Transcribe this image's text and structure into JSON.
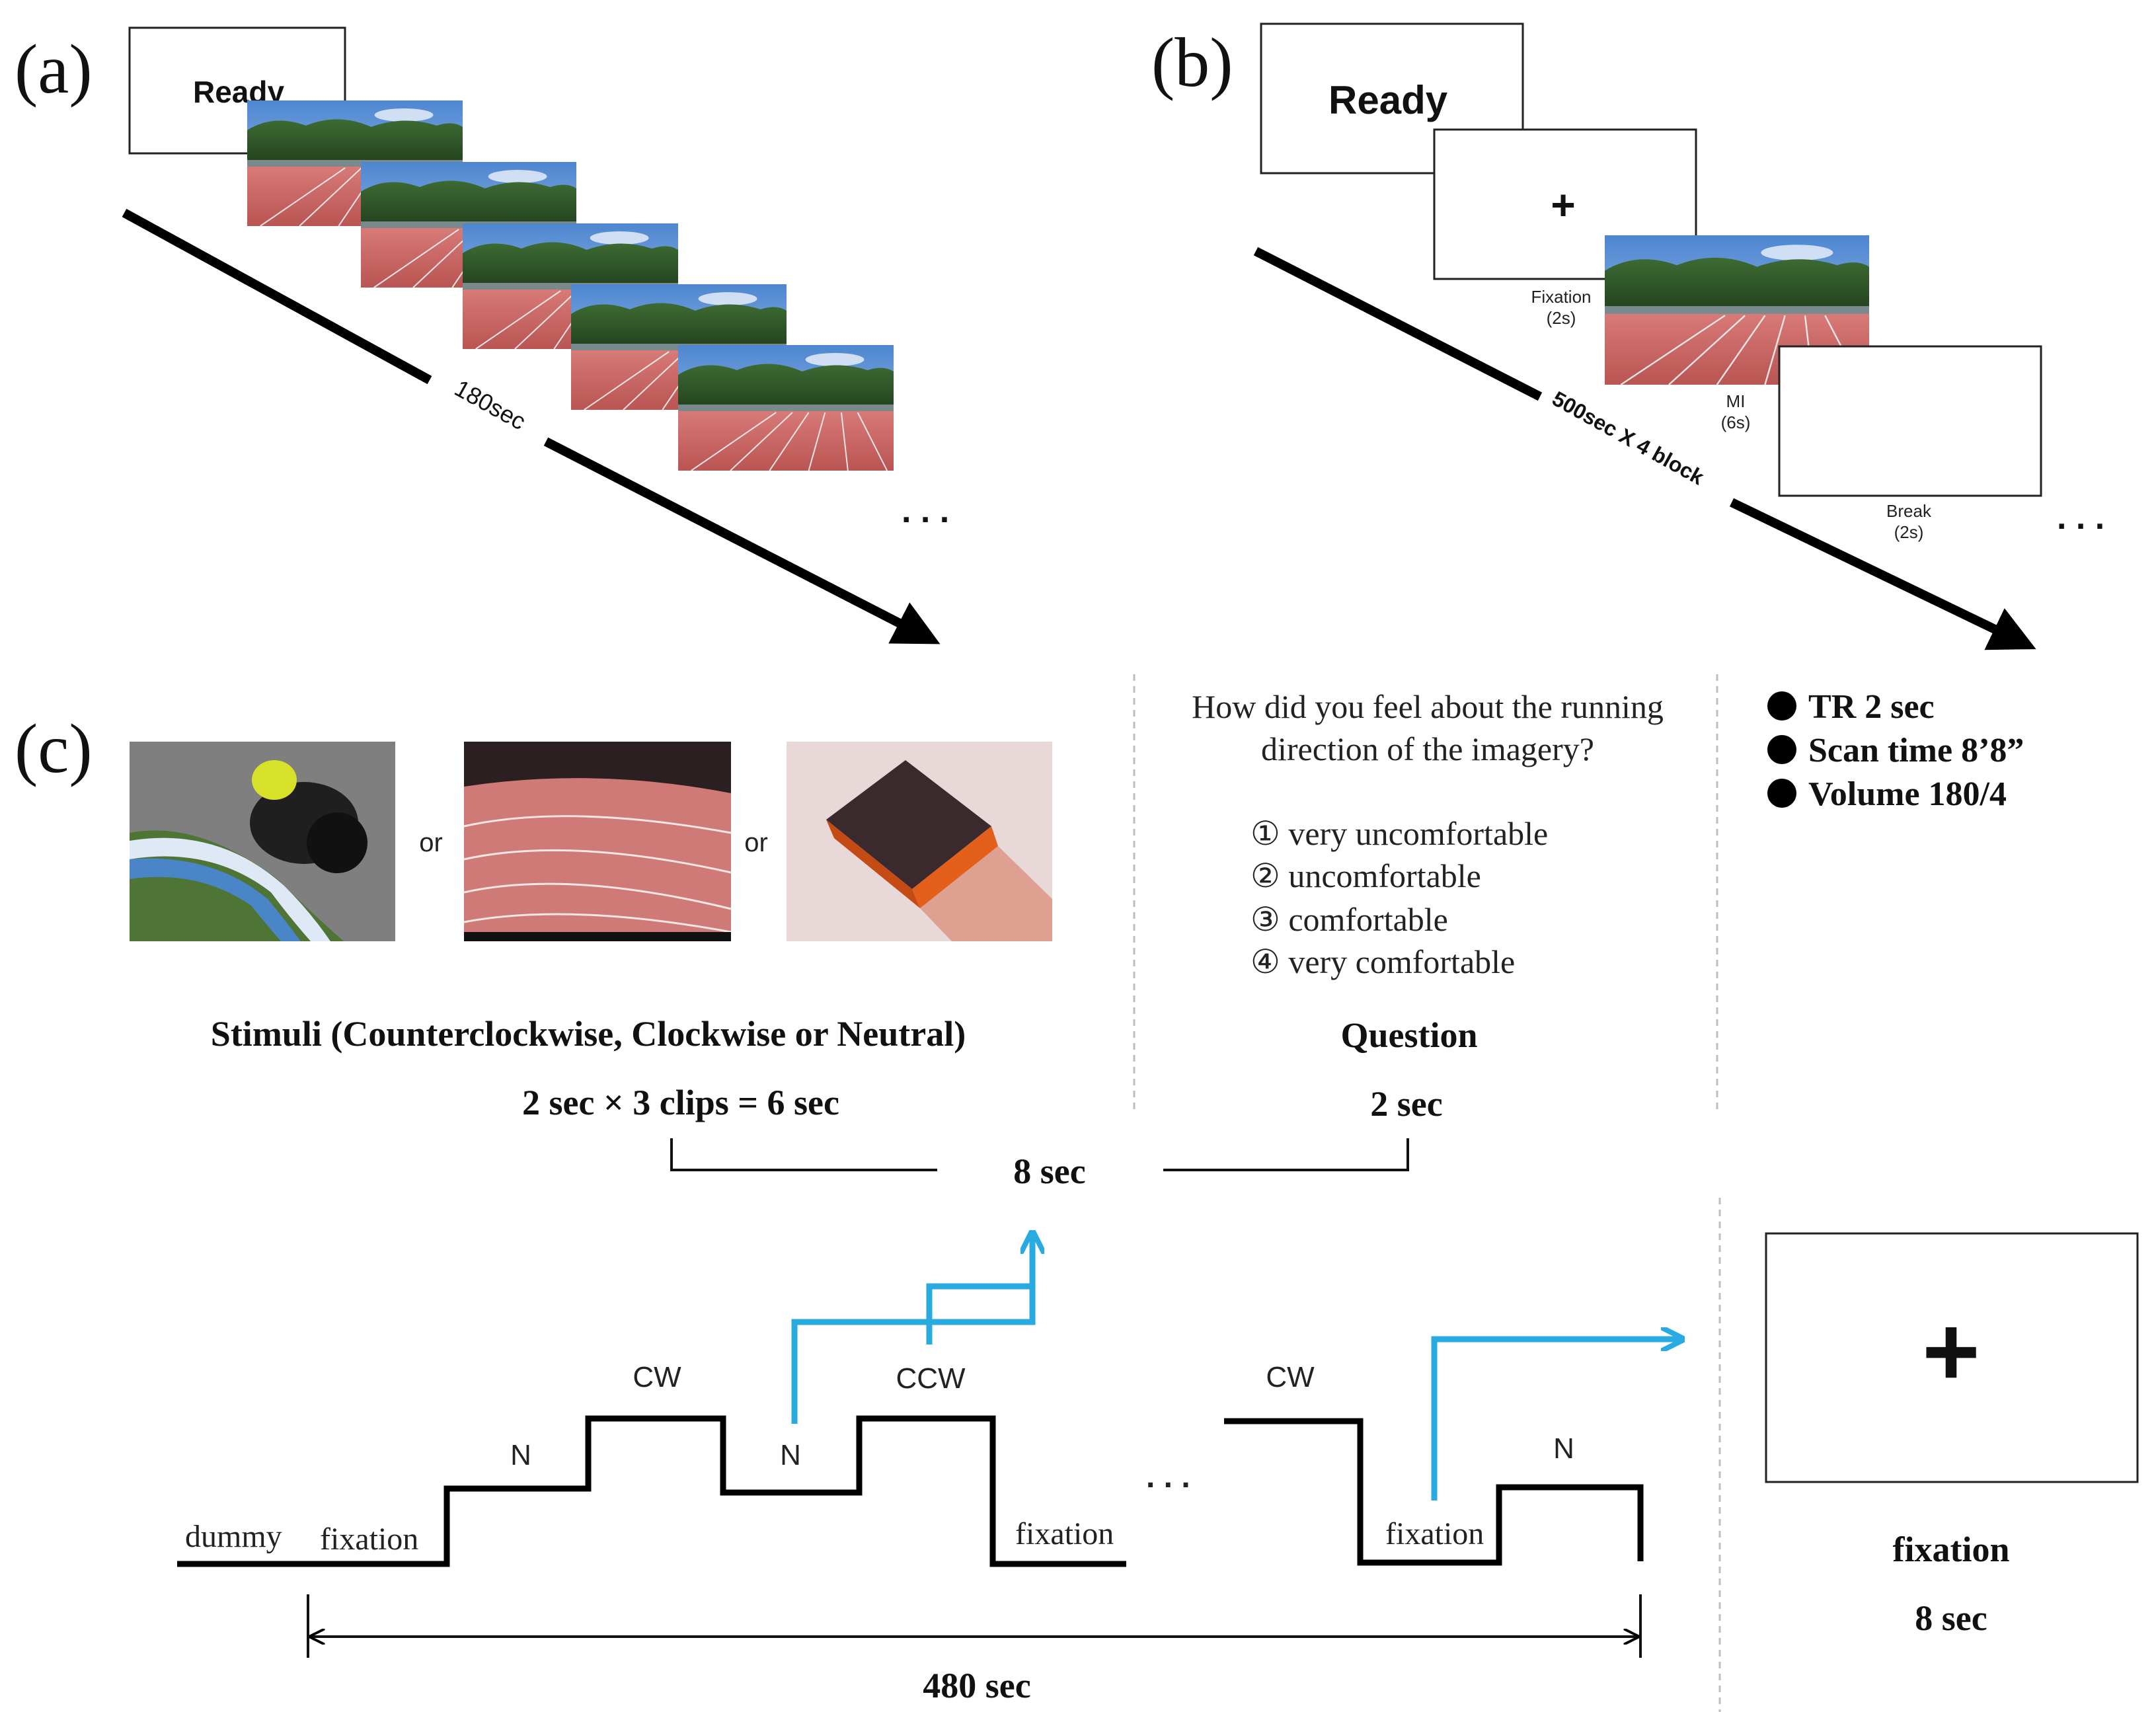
{
  "panel_a": {
    "label": "(a)",
    "ready_text": "Ready",
    "duration": "180sec",
    "ellipsis": ". . ."
  },
  "panel_b": {
    "label": "(b)",
    "ready_text": "Ready",
    "fixation_symbol": "+",
    "fixation_caption": "Fixation",
    "fixation_time": "(2s)",
    "mi_caption": "MI",
    "mi_time": "(6s)",
    "break_caption": "Break",
    "break_time": "(2s)",
    "duration": "500sec X 4 block",
    "ellipsis": ". . ."
  },
  "panel_c": {
    "label": "(c)",
    "or_label": "or",
    "stimuli_title": "Stimuli (Counterclockwise, Clockwise or Neutral)",
    "stimuli_timing": "2 sec × 3 clips = 6 sec",
    "question_line1": "How did you feel about the running",
    "question_line2": "direction of the imagery?",
    "options": [
      "① very uncomfortable",
      "② uncomfortable",
      "③ comfortable",
      "④ very comfortable"
    ],
    "question_title": "Question",
    "question_timing": "2 sec",
    "trial_total": "8 sec",
    "params": [
      "TR 2 sec",
      "Scan time 8’8”",
      "Volume 180/4"
    ],
    "waveform": {
      "dummy": "dummy",
      "fixation": "fixation",
      "n": "N",
      "cw": "CW",
      "ccw": "CCW",
      "ellipsis": ". . ."
    },
    "run_total": "480 sec",
    "fixation_symbol": "+",
    "fixation_title": "fixation",
    "fixation_timing": "8 sec"
  },
  "colors": {
    "arrow_blue": "#29abe2",
    "track_red": "#c9605f",
    "sky_blue": "#6fa0d8",
    "forest_green": "#2f5a2c"
  }
}
